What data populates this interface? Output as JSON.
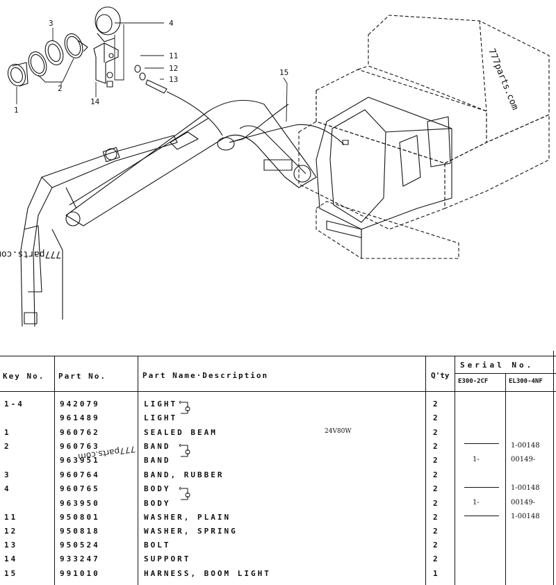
{
  "diagram": {
    "callouts": [
      "1",
      "2",
      "3",
      "4",
      "11",
      "12",
      "13",
      "14",
      "15"
    ],
    "watermarks": [
      "777parts.com",
      "777parts.com"
    ]
  },
  "table": {
    "headers": {
      "key": "Key No.",
      "part_no": "Part No.",
      "name": "Part Name·Description",
      "qty": "Q'ty",
      "serial": "Serial No.",
      "serial_e300": "E300-2CF",
      "serial_el300": "EL300-4NF"
    },
    "watermark": "777parts.com",
    "rows": [
      {
        "key": "1-4",
        "part": "942079",
        "name": "LIGHT",
        "spec": "",
        "qty": "2",
        "s1": "",
        "s2": ""
      },
      {
        "key": "",
        "part": "961489",
        "name": "LIGHT",
        "spec": "",
        "qty": "2",
        "s1": "",
        "s2": ""
      },
      {
        "key": "1",
        "part": "960762",
        "name": "SEALED BEAM",
        "spec": "24V80W",
        "qty": "2",
        "s1": "",
        "s2": ""
      },
      {
        "key": "2",
        "part": "960763",
        "name": "BAND",
        "spec": "",
        "qty": "2",
        "s1": "",
        "s2": "1-00148"
      },
      {
        "key": "",
        "part": "963951",
        "name": "BAND",
        "spec": "",
        "qty": "2",
        "s1": "1-",
        "s2": "00149-"
      },
      {
        "key": "3",
        "part": "960764",
        "name": "BAND, RUBBER",
        "spec": "",
        "qty": "2",
        "s1": "",
        "s2": ""
      },
      {
        "key": "4",
        "part": "960765",
        "name": "BODY",
        "spec": "",
        "qty": "2",
        "s1": "",
        "s2": "1-00148"
      },
      {
        "key": "",
        "part": "963950",
        "name": "BODY",
        "spec": "",
        "qty": "2",
        "s1": "1-",
        "s2": "00149-"
      },
      {
        "key": "11",
        "part": "950801",
        "name": "WASHER, PLAIN",
        "spec": "",
        "qty": "2",
        "s1": "",
        "s2": "1-00148"
      },
      {
        "key": "12",
        "part": "950818",
        "name": "WASHER, SPRING",
        "spec": "",
        "qty": "2",
        "s1": "",
        "s2": ""
      },
      {
        "key": "13",
        "part": "950524",
        "name": "BOLT",
        "spec": "",
        "qty": "2",
        "s1": "",
        "s2": ""
      },
      {
        "key": "14",
        "part": "933247",
        "name": "SUPPORT",
        "spec": "",
        "qty": "2",
        "s1": "",
        "s2": ""
      },
      {
        "key": "15",
        "part": "991010",
        "name": "HARNESS, BOOM LIGHT",
        "spec": "",
        "qty": "1",
        "s1": "",
        "s2": ""
      }
    ]
  }
}
